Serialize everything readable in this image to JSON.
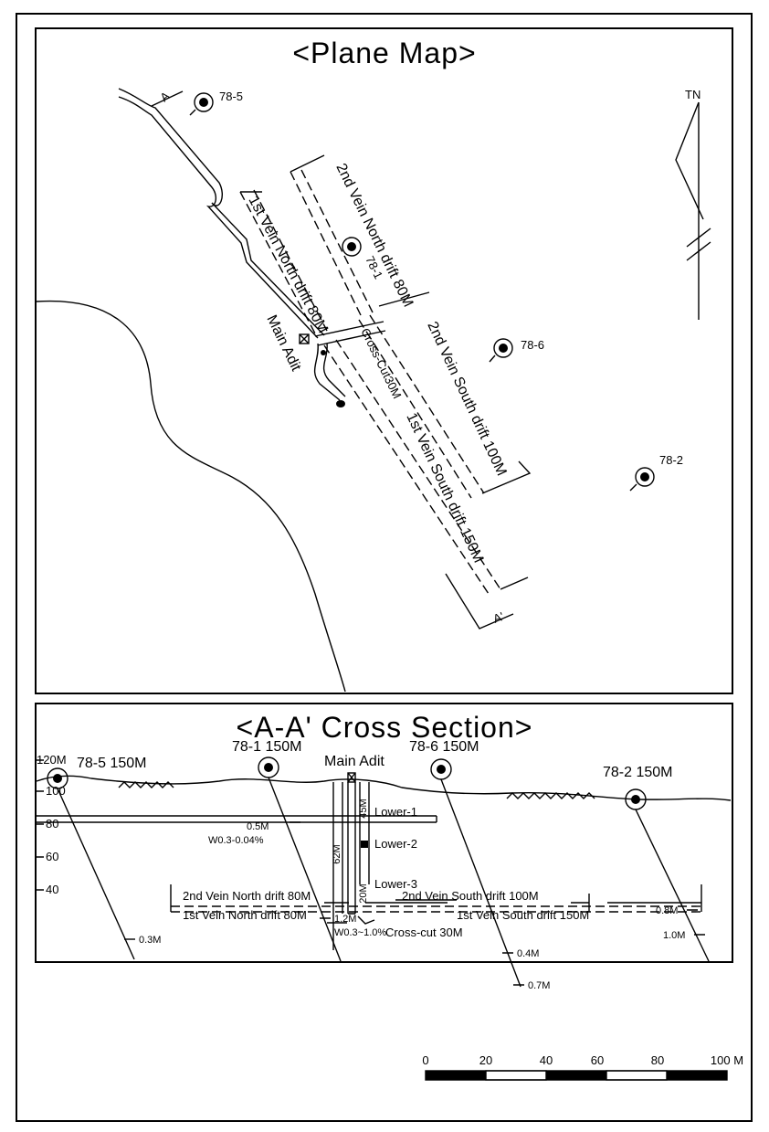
{
  "plane_map": {
    "title": "<Plane Map>",
    "north_label": "TN",
    "section_a": "A",
    "section_a_prime": "A'",
    "drillholes": [
      "78-5",
      "78-1",
      "78-6",
      "78-2"
    ],
    "drifts": {
      "vein2_north": "2nd Vein North drift 80M",
      "vein1_north": "1st Vein North drift 80M",
      "vein2_south": "2nd Vein South drift 100M",
      "vein1_south": "1st Vein South drift 150M",
      "cross_cut": "Cross-Cut30M",
      "main_adit": "Main Adit"
    }
  },
  "cross_section": {
    "title": "<A-A' Cross Section>",
    "elev_ticks": [
      "120M",
      "100",
      "80",
      "60",
      "40"
    ],
    "holes": [
      {
        "label": "78-5 150M",
        "assays": [
          {
            "thick": "0.3M"
          }
        ]
      },
      {
        "label": "78-1 150M",
        "assays": [
          {
            "thick": "0.5M",
            "grade": "W0.3-0.04%"
          },
          {
            "thick": "1.2M",
            "grade": "W0.3~1.0%"
          }
        ]
      },
      {
        "label": "78-6 150M",
        "assays": [
          {
            "thick": "0.4M"
          },
          {
            "thick": "0.7M"
          }
        ]
      },
      {
        "label": "78-2 150M",
        "assays": [
          {
            "thick": "0.8M"
          },
          {
            "thick": "1.0M"
          }
        ]
      }
    ],
    "main_adit": "Main Adit",
    "levels": [
      "Lower-1",
      "Lower-2",
      "Lower-3"
    ],
    "shaft_lengths": [
      "62M",
      "45M",
      "20M"
    ],
    "drifts": {
      "vein2_north": "2nd Vein North drift 80M",
      "vein2_south": "2nd Vein South drift 100M",
      "vein1_north": "1st Vein North drift 80M",
      "vein1_south": "1st Vein South drift 150M"
    },
    "cross_cut": "Cross-cut 30M"
  },
  "scale_bar": {
    "ticks": [
      "0",
      "20",
      "40",
      "60",
      "80",
      "100 M"
    ]
  }
}
